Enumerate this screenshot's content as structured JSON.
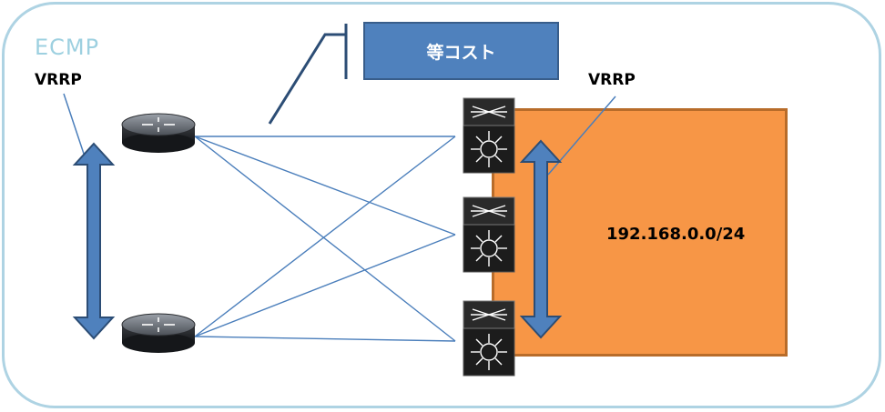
{
  "diagram": {
    "group_label": "ECMP",
    "left_protocol_label": "VRRP",
    "right_protocol_label": "VRRP",
    "subnet_label": "192.168.0.0/24",
    "cost_label": "等コスト"
  },
  "colors": {
    "frame": "#aed3e3",
    "ecmp_text": "#9dd0e0",
    "subnet_fill": "#f79646",
    "subnet_border": "#b86c2a",
    "cost_fill": "#4f81bd",
    "cost_border": "#385d8a",
    "arrow_fill": "#4f81bd",
    "arrow_border": "#2c4d75",
    "link_line": "#4a7ebb",
    "switch_body": "#1c1c1c"
  },
  "devices": {
    "routers": [
      "router-top",
      "router-bottom"
    ],
    "switches": [
      "switch-top",
      "switch-middle",
      "switch-bottom"
    ]
  },
  "icons": {
    "router": "router-icon",
    "switch": "multilayer-switch-icon"
  }
}
